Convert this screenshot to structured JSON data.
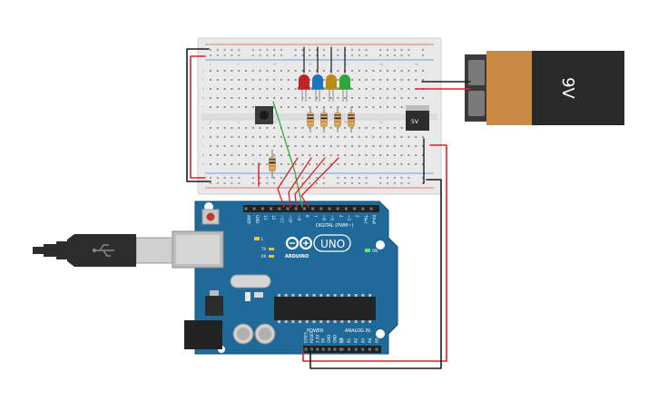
{
  "battery": {
    "label": "9V"
  },
  "regulator": {
    "label": "5V"
  },
  "arduino": {
    "model": "UNO",
    "brand": "ARDUINO",
    "digital_header_label": "DIGITAL (PWM~)",
    "power_label": "POWER",
    "analog_label": "ANALOG IN",
    "on_label": "ON",
    "l_label": "L",
    "tx_label": "TX",
    "rx_label": "RX",
    "digital_pins": [
      "AREF",
      "GND",
      "13",
      "12",
      "~11",
      "~10",
      "~9",
      "8",
      "7",
      "~6",
      "~5",
      "4",
      "~3",
      "2",
      "TX▸1",
      "RX◂0"
    ],
    "power_pins": [
      "IOREF",
      "RESET",
      "3.3V",
      "5V",
      "GND",
      "GND",
      "Vin"
    ],
    "analog_pins": [
      "A0",
      "A1",
      "A2",
      "A3",
      "A4",
      "A5"
    ]
  },
  "breadboard": {
    "row_letters_top": [
      "j",
      "i",
      "h",
      "g",
      "f"
    ],
    "row_letters_bottom": [
      "e",
      "d",
      "c",
      "b",
      "a"
    ],
    "column_numbers": [
      "1",
      "5",
      "10",
      "15",
      "20",
      "25",
      "30"
    ]
  },
  "leds": [
    {
      "name": "red",
      "color": "#c0242b"
    },
    {
      "name": "blue",
      "color": "#1f73b7"
    },
    {
      "name": "yellow",
      "color": "#b88f16"
    },
    {
      "name": "green",
      "color": "#2fa53c"
    }
  ],
  "colors": {
    "board": "#1f6a99",
    "wire_red": "#e02020",
    "wire_black": "#1a1a1a",
    "wire_green": "#36b03a",
    "battery_body": "#2a2a2a",
    "battery_copper": "#c98a45"
  }
}
